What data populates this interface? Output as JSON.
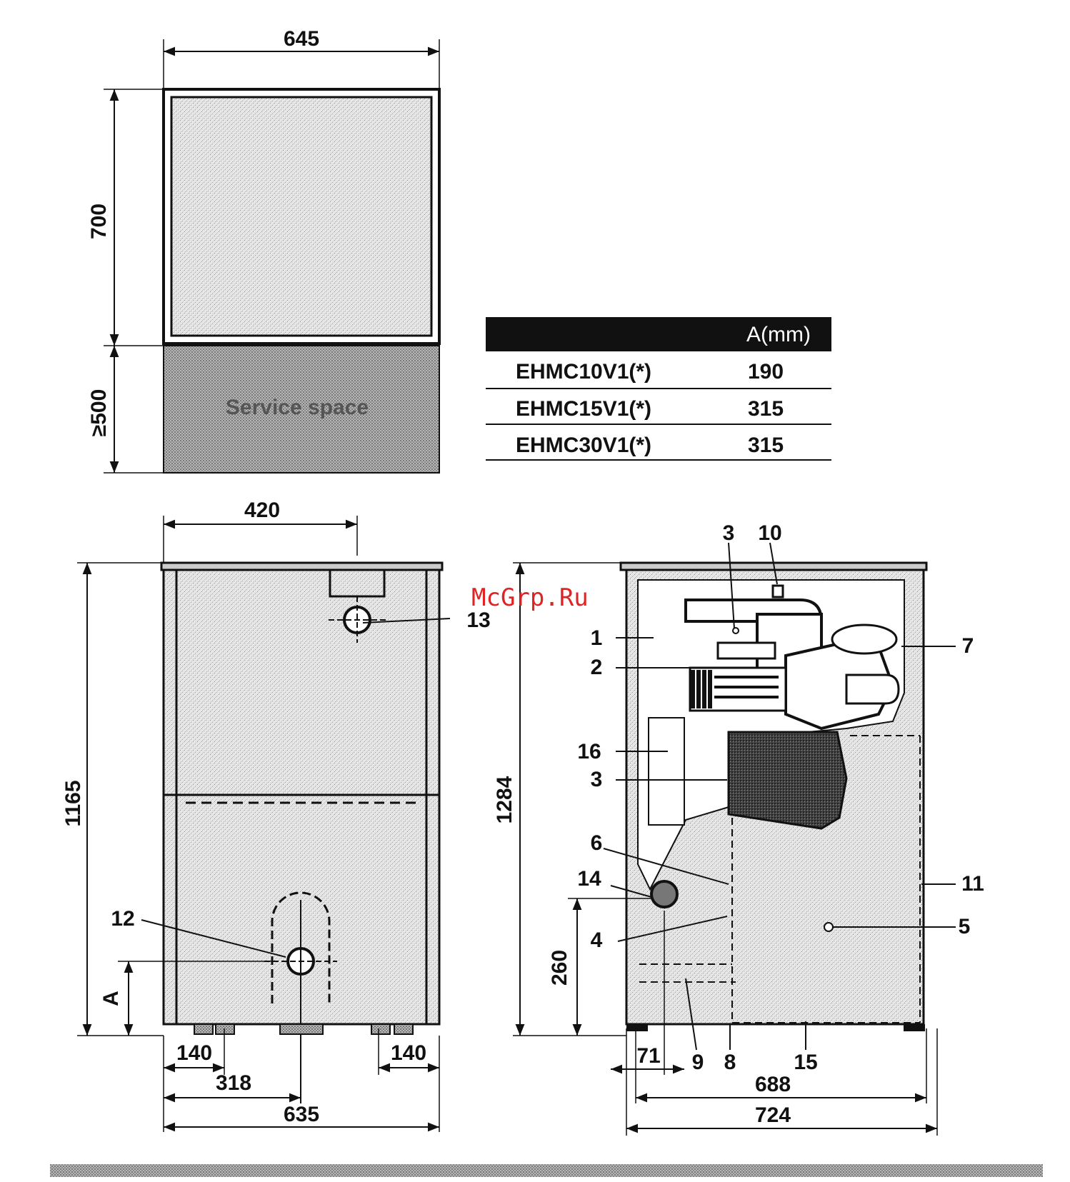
{
  "top_view": {
    "width_dim": "645",
    "depth_dim": "700",
    "service_dim": "≥500",
    "service_label": "Service space"
  },
  "table": {
    "header_col1": "",
    "header_col2": "A(mm)",
    "rows": [
      {
        "model": "EHMC10V1(*)",
        "value": "190"
      },
      {
        "model": "EHMC15V1(*)",
        "value": "315"
      },
      {
        "model": "EHMC30V1(*)",
        "value": "315"
      }
    ]
  },
  "front_view": {
    "top_dim": "420",
    "height_dim": "1165",
    "a_label": "A",
    "dim_140_left": "140",
    "dim_140_right": "140",
    "dim_318": "318",
    "dim_635": "635",
    "callout_12": "12",
    "callout_13": "13"
  },
  "side_view": {
    "height_dim": "1284",
    "dim_260": "260",
    "dim_71": "71",
    "dim_688": "688",
    "dim_724": "724",
    "callouts": {
      "c1": "1",
      "c2": "2",
      "c3a": "3",
      "c3b": "3",
      "c4": "4",
      "c5": "5",
      "c6": "6",
      "c7": "7",
      "c8": "8",
      "c9": "9",
      "c10": "10",
      "c11": "11",
      "c14": "14",
      "c15": "15",
      "c16": "16"
    }
  },
  "watermark": "McGrp.Ru"
}
